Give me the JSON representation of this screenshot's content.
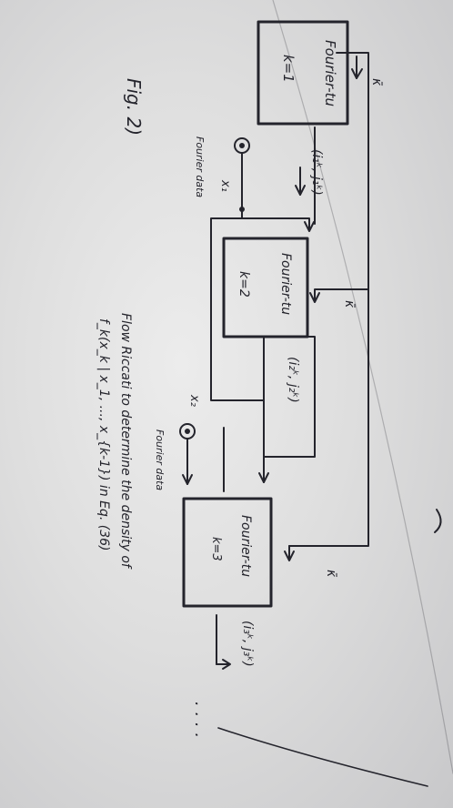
{
  "figure": {
    "label": "Fig. 2)",
    "stages": [
      {
        "name": "Fourier-tu",
        "index": "k=1"
      },
      {
        "name": "Fourier-tu",
        "index": "k=2"
      },
      {
        "name": "Fourier-tu",
        "index": "k=3"
      }
    ],
    "inputs": {
      "sample1": "(i₁ᵏ, j₁ᵏ)",
      "sample2": "(i₂ᵏ, j₂ᵏ)",
      "sample3": "(i₃ᵏ, j₃ᵏ)",
      "x1": "x₁",
      "x2": "x₂",
      "kappa": "κ̄"
    },
    "annotations": {
      "fourier_data_1": "Fourier data",
      "fourier_data_2": "Fourier data",
      "continuation": "· · · ·"
    },
    "caption": {
      "line1": "Flow Riccati to determine the density of",
      "line2": "f_k(x_k | x_1, ..., x_{k-1}) in Eq. (36)"
    }
  }
}
